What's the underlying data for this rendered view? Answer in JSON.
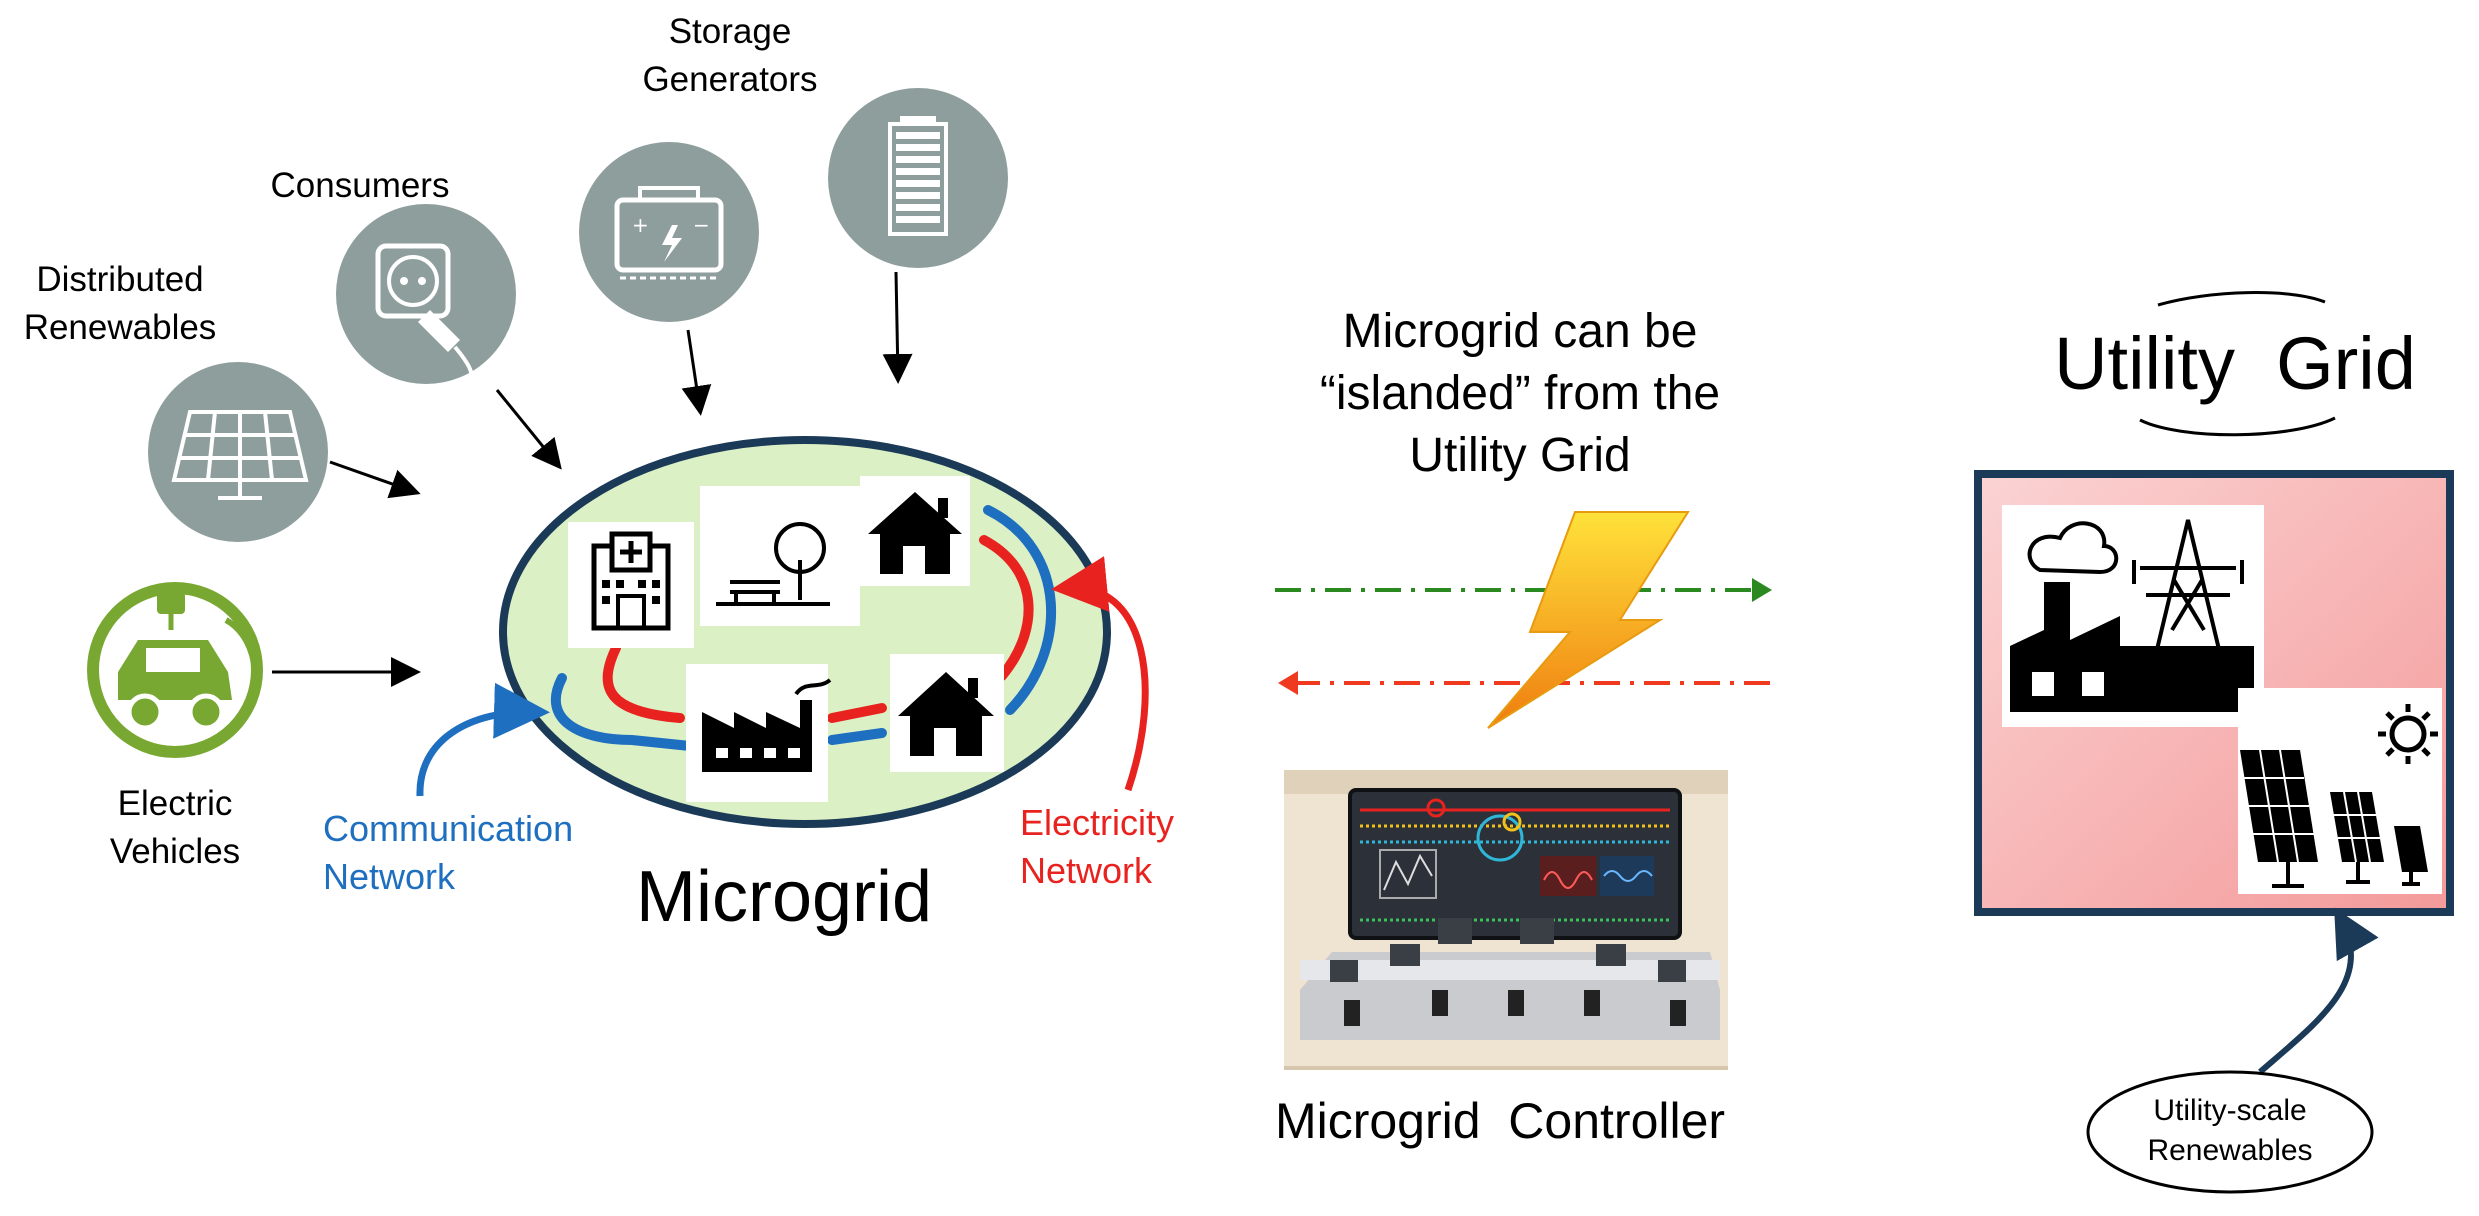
{
  "labels": {
    "storage": "Storage",
    "generators": "Generators",
    "consumers": "Consumers",
    "distributed_renewables_1": "Distributed",
    "distributed_renewables_2": "Renewables",
    "electric_vehicles_1": "Electric",
    "electric_vehicles_2": "Vehicles",
    "communication_network_1": "Communication",
    "communication_network_2": "Network",
    "electricity_network_1": "Electricity",
    "electricity_network_2": "Network",
    "microgrid": "Microgrid",
    "islanded_1": "Microgrid can be",
    "islanded_2": "“islanded” from the",
    "islanded_3": "Utility Grid",
    "microgrid_controller": "Microgrid  Controller",
    "utility_grid": "Utility  Grid",
    "utility_scale_1": "Utility-scale",
    "utility_scale_2": "Renewables"
  },
  "colors": {
    "icon_circle": "#8e9e9c",
    "ev_green": "#79a832",
    "ellipse_fill": "#dcf0c6",
    "ellipse_stroke": "#1b3a57",
    "comm_blue": "#1f6fc0",
    "elec_red": "#e8231f",
    "arrow_green": "#2b8a1f",
    "arrow_red": "#ef3a1f",
    "utility_box_bg": "#f7b6b6",
    "utility_box_border": "#1b3a57",
    "lightning_top": "#ffd21f",
    "lightning_bottom": "#f08a12"
  }
}
